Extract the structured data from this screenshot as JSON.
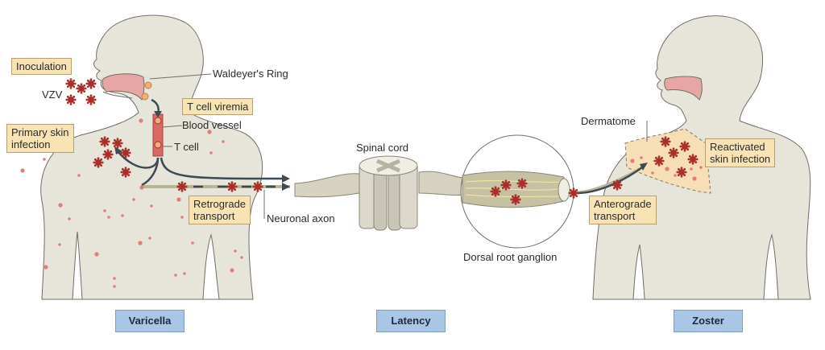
{
  "diagram": {
    "title": "VZV lifecycle: varicella, latency and zoster",
    "colors": {
      "skin": "#e7e4d9",
      "skin_outline": "#6f6e6a",
      "mouth": "#e6a6a4",
      "virus": "#a8302c",
      "rash_dot": "#e07e7a",
      "arrow": "#3d4a52",
      "callout_fill": "#f8e3b5",
      "stage_fill": "#a9c6e6",
      "dermatome_fill": "#f6dfb6",
      "nerve": "#d6d2c1"
    },
    "labels": {
      "inoculation": "Inoculation",
      "vzv": "VZV",
      "waldeyers_ring": "Waldeyer's Ring",
      "t_cell_viremia": "T cell viremia",
      "blood_vessel": "Blood vessel",
      "t_cell": "T cell",
      "primary_skin_infection_line1": "Primary skin",
      "primary_skin_infection_line2": "infection",
      "retrograde_line1": "Retrograde",
      "retrograde_line2": "transport",
      "neuronal_axon": "Neuronal axon",
      "spinal_cord": "Spinal cord",
      "dorsal_root_ganglion": "Dorsal root ganglion",
      "dermatome": "Dermatome",
      "reactivated_line1": "Reactivated",
      "reactivated_line2": "skin infection",
      "anterograde_line1": "Anterograde",
      "anterograde_line2": "transport"
    },
    "stages": [
      {
        "label": "Varicella"
      },
      {
        "label": "Latency"
      },
      {
        "label": "Zoster"
      }
    ]
  }
}
